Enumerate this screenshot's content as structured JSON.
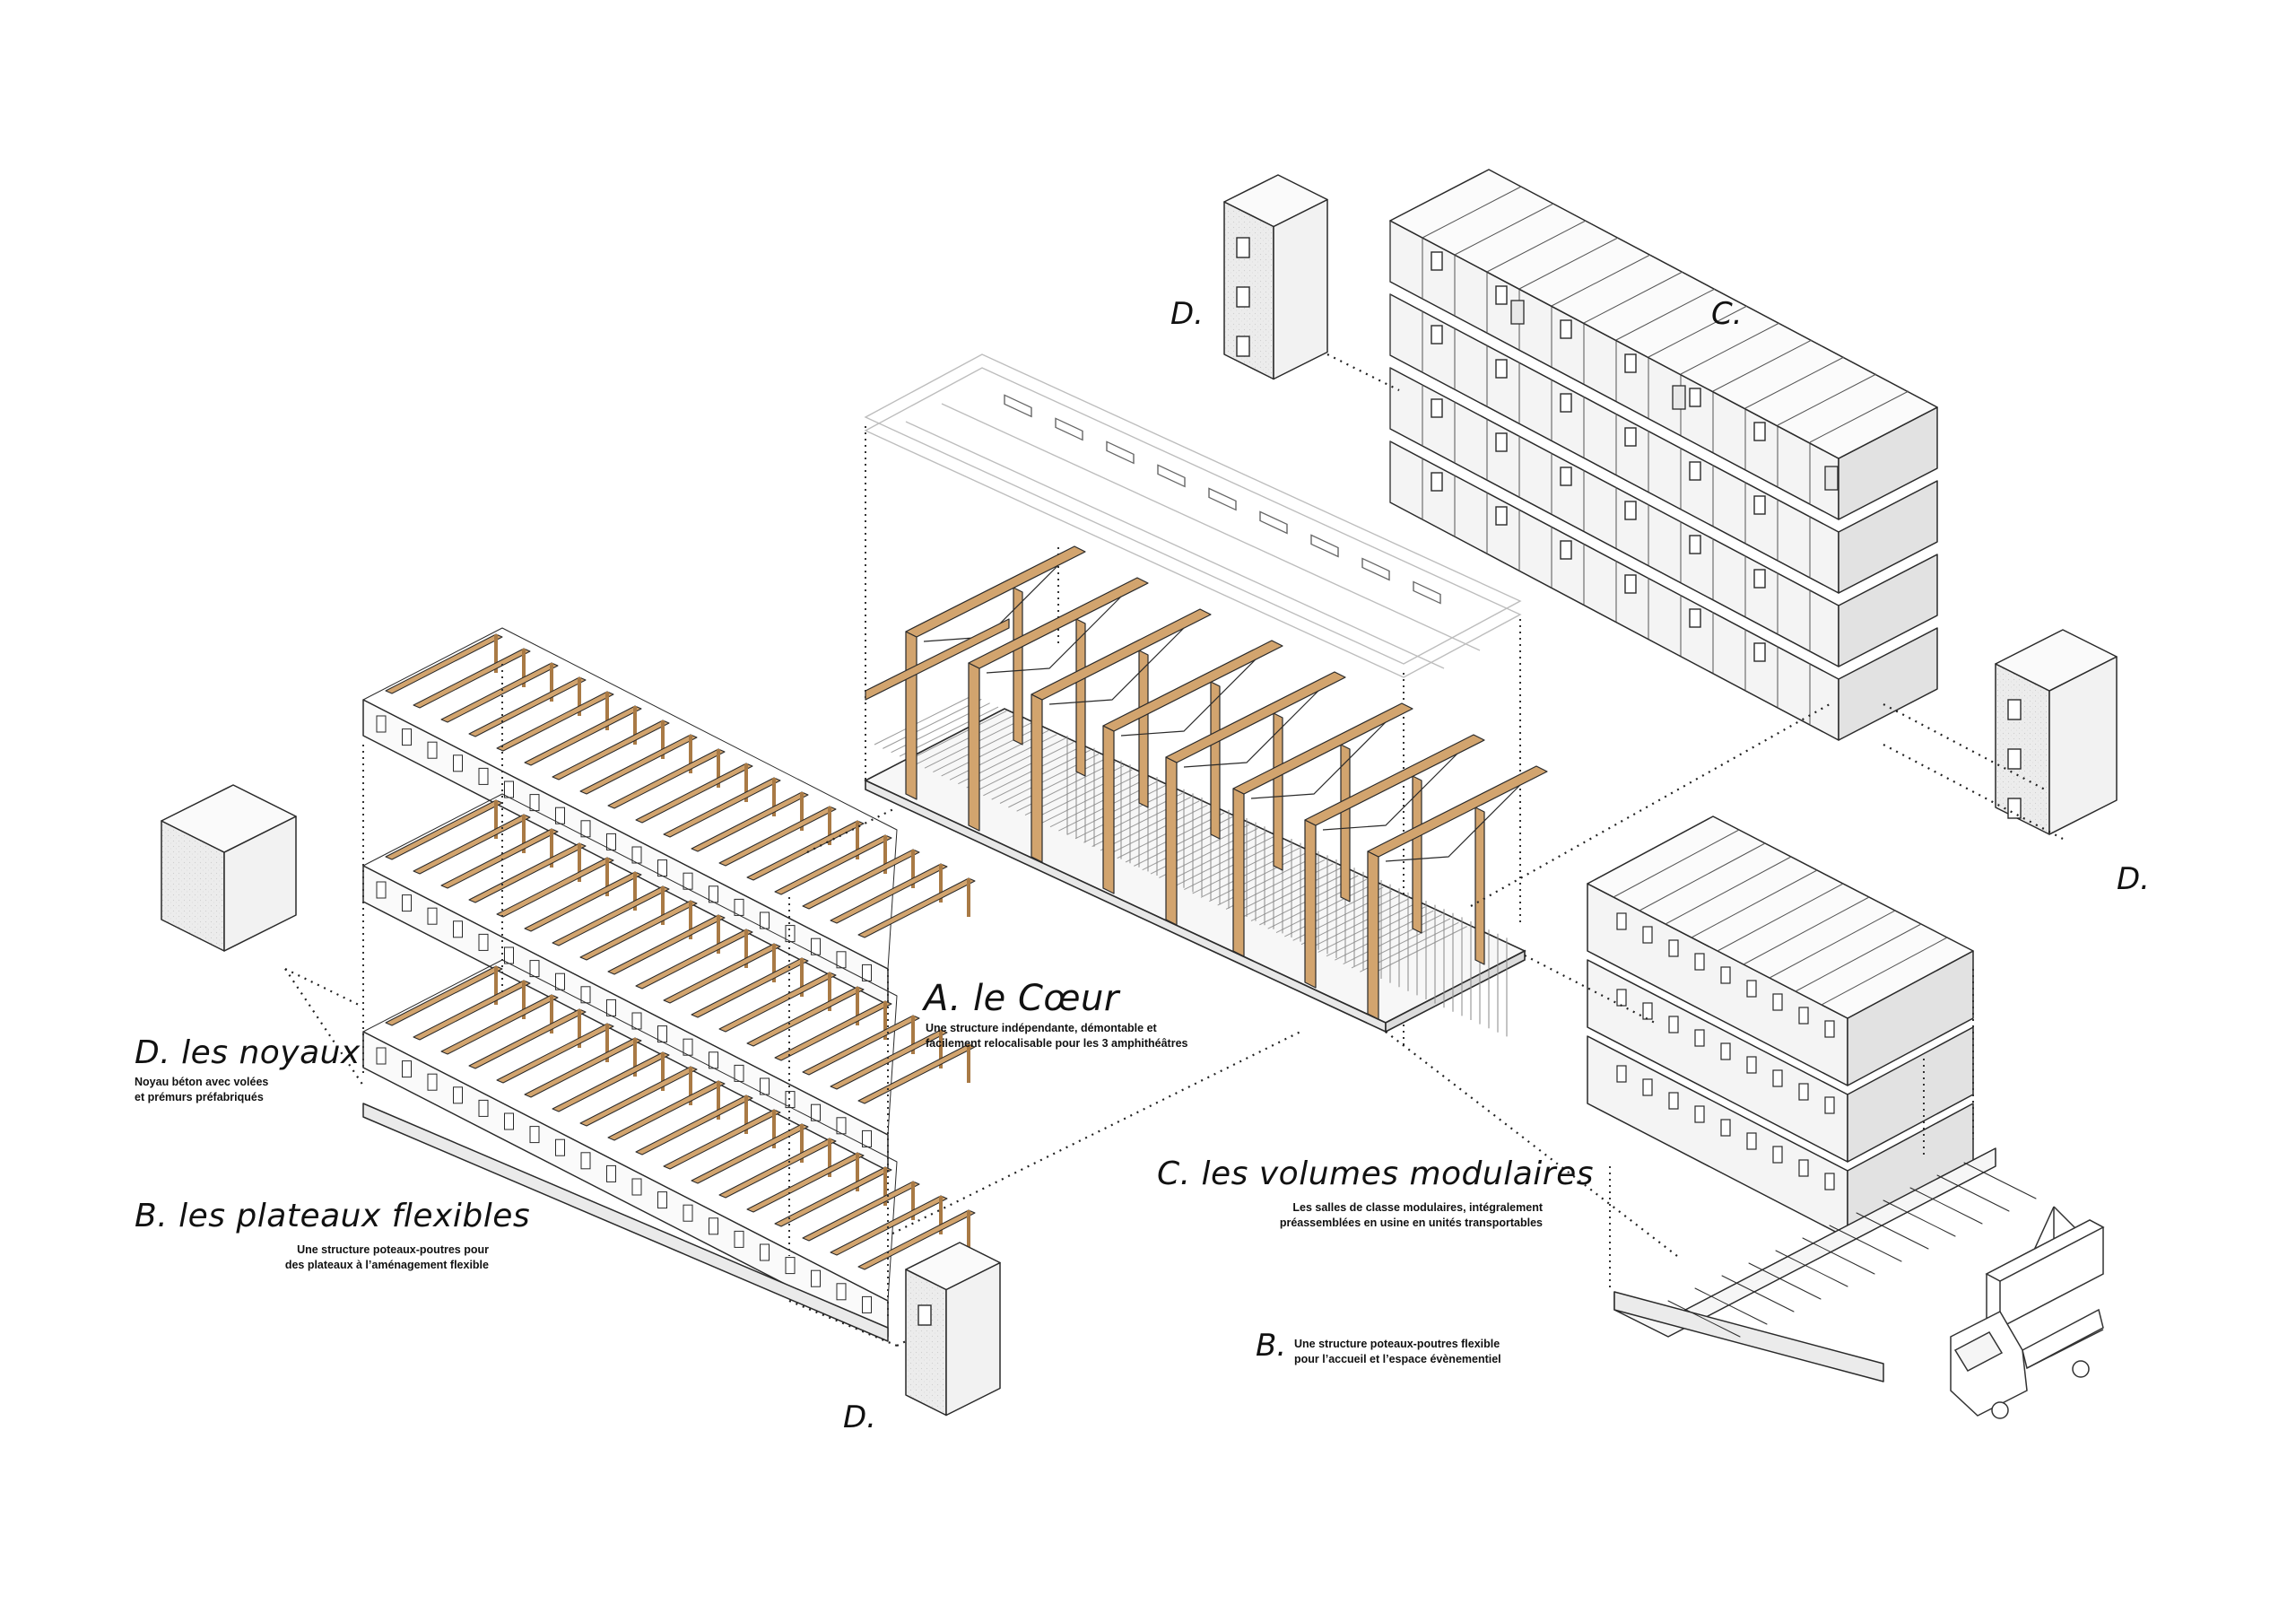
{
  "labels": {
    "coeur_title": "A. le Cœur",
    "coeur_desc_1": "Une structure indépendante, démontable et",
    "coeur_desc_2": "facilement relocalisable pour les 3 amphithéâtres",
    "noyaux_title": "D. les noyaux",
    "noyaux_desc_1": "Noyau béton avec volées",
    "noyaux_desc_2": "et prémurs préfabriqués",
    "plateaux_title": "B. les plateaux flexibles",
    "plateaux_desc_1": "Une structure poteaux-poutres pour",
    "plateaux_desc_2": "des plateaux à l’aménagement flexible",
    "volumes_title": "C. les volumes modulaires",
    "volumes_desc_1": "Les salles de classe modulaires, intégralement",
    "volumes_desc_2": "préassemblées en usine en unités transportables",
    "b2_letter": "B.",
    "b2_desc_1": "Une structure poteaux-poutres flexible",
    "b2_desc_2": "pour l’accueil et l’espace évènementiel",
    "d_tag_top": "D.",
    "c_tag_top": "C.",
    "d_tag_right": "D.",
    "d_tag_bottom": "D."
  },
  "colors": {
    "line": "#2a2a2a",
    "timber": "#d2a46e",
    "timber_dark": "#a97a45",
    "wall_light": "#f4f4f4",
    "wall_shade": "#e2e2e2",
    "roof_ghost": "#bdbdbd"
  }
}
